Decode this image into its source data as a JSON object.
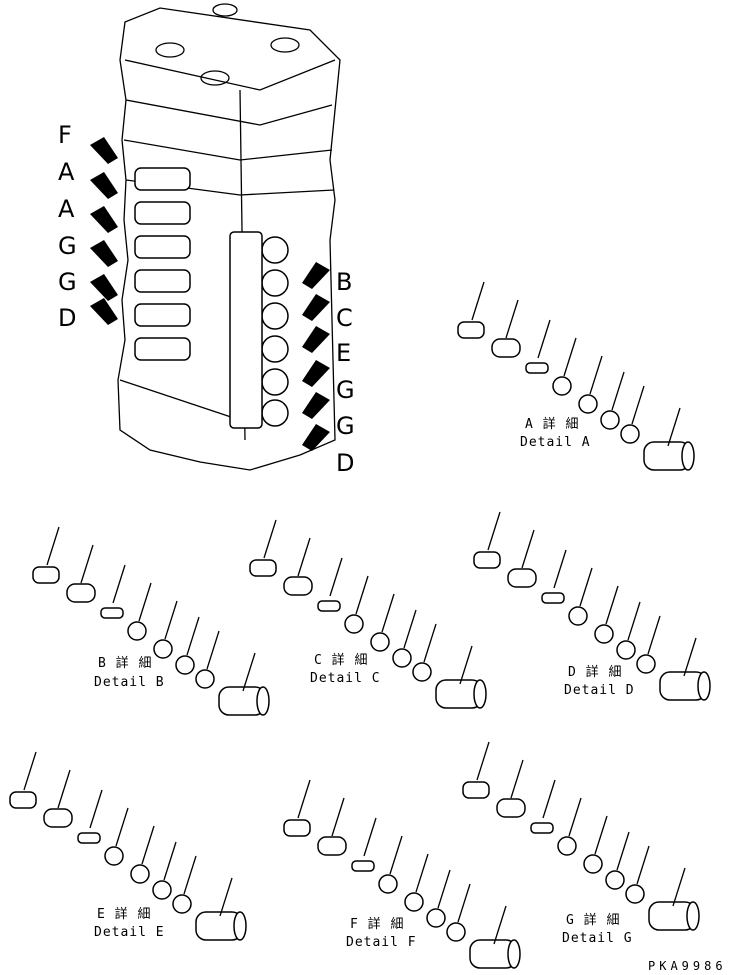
{
  "left_labels": [
    "F",
    "A",
    "A",
    "G",
    "G",
    "D"
  ],
  "right_labels": [
    "B",
    "C",
    "E",
    "G",
    "G",
    "D"
  ],
  "details": [
    {
      "caption_jp": "A 詳 細",
      "caption_en": "Detail A"
    },
    {
      "caption_jp": "B 詳 細",
      "caption_en": "Detail B"
    },
    {
      "caption_jp": "C 詳 細",
      "caption_en": "Detail C"
    },
    {
      "caption_jp": "D 詳 細",
      "caption_en": "Detail D"
    },
    {
      "caption_jp": "E 詳 細",
      "caption_en": "Detail E"
    },
    {
      "caption_jp": "F 詳 細",
      "caption_en": "Detail F"
    },
    {
      "caption_jp": "G 詳 細",
      "caption_en": "Detail G"
    }
  ],
  "drawing_code": "PKA9986"
}
